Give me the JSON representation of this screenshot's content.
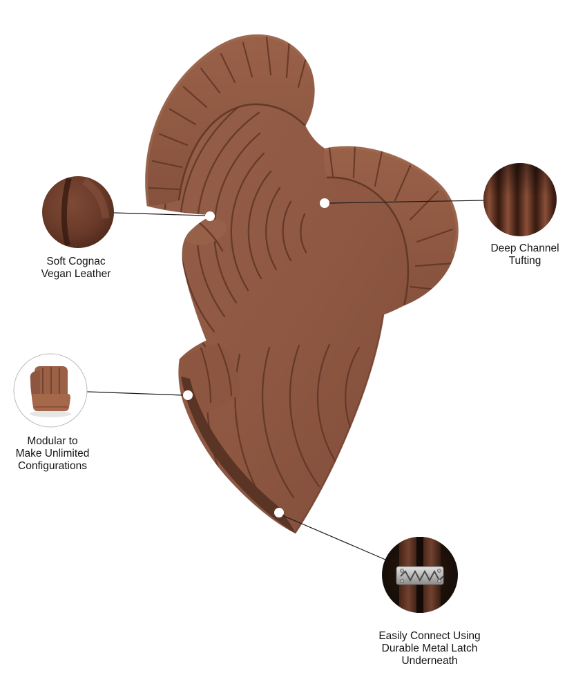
{
  "figure": {
    "subject": "curved-modular-sectional-sofa-top-view",
    "background": "#ffffff"
  },
  "colors": {
    "cognac_base": "#8d5741",
    "cognac_highlight": "#a26d52",
    "channel_shadow": "#5f3525",
    "dark_front_face": "#5a3425",
    "text": "#141414",
    "callout_line": "#1a1a1a"
  },
  "callouts": [
    {
      "id": "material",
      "thumbnail": "leather-closeup",
      "lines": [
        "Soft Cognac",
        "Vegan Leather"
      ]
    },
    {
      "id": "tufting",
      "thumbnail": "channel-tufting-closeup",
      "lines": [
        "Deep Channel",
        "Tufting"
      ]
    },
    {
      "id": "modular",
      "thumbnail": "modular-chair-module",
      "lines": [
        "Modular to",
        "Make Unlimited",
        "Configurations"
      ]
    },
    {
      "id": "latch",
      "thumbnail": "metal-latch-closeup",
      "lines": [
        "Easily Connect Using",
        "Durable Metal Latch",
        "Underneath"
      ]
    }
  ]
}
